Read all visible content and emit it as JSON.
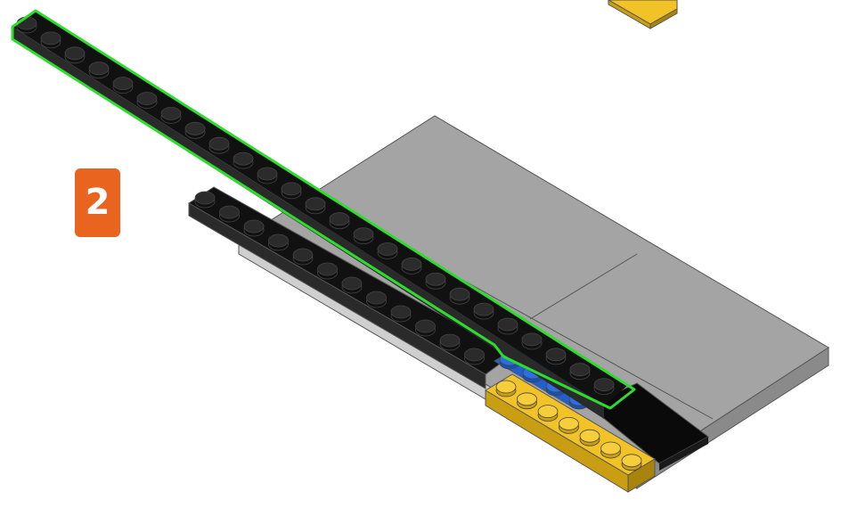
{
  "step": {
    "number": "2"
  },
  "colors": {
    "plate_gray": "#9c9c9c",
    "plate_black": "#111111",
    "plate_blue": "#1f5fcf",
    "plate_yellow": "#f2c326",
    "highlight_outline": "#2edc2e",
    "badge": "#e8641f"
  },
  "parts": [
    {
      "name": "gray-baseplate-left",
      "color": "gray"
    },
    {
      "name": "gray-baseplate-right",
      "color": "gray"
    },
    {
      "name": "black-plate-1x14",
      "color": "black"
    },
    {
      "name": "black-plate-1x16-highlighted",
      "color": "black",
      "highlighted": true
    },
    {
      "name": "blue-plate",
      "color": "blue"
    },
    {
      "name": "yellow-plate",
      "color": "yellow"
    },
    {
      "name": "black-tile",
      "color": "black"
    },
    {
      "name": "yellow-plate-corner",
      "color": "yellow"
    }
  ]
}
